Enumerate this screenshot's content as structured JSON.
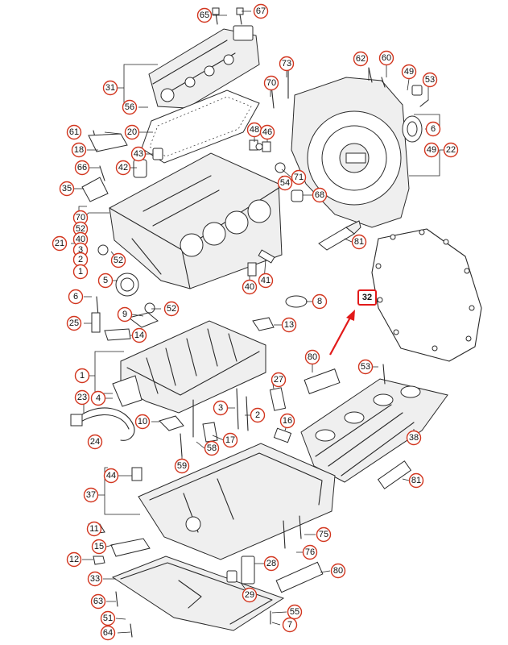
{
  "diagram": {
    "highlight_color": "#e21a1a",
    "callout_color": "#d2361f",
    "callouts": [
      {
        "id": "c65",
        "label": "65"
      },
      {
        "id": "c67",
        "label": "67"
      },
      {
        "id": "c31",
        "label": "31"
      },
      {
        "id": "c56",
        "label": "56"
      },
      {
        "id": "c62",
        "label": "62"
      },
      {
        "id": "c60",
        "label": "60"
      },
      {
        "id": "c49a",
        "label": "49"
      },
      {
        "id": "c53a",
        "label": "53"
      },
      {
        "id": "c73",
        "label": "73"
      },
      {
        "id": "c70a",
        "label": "70"
      },
      {
        "id": "c61",
        "label": "61"
      },
      {
        "id": "c20",
        "label": "20"
      },
      {
        "id": "c48",
        "label": "48"
      },
      {
        "id": "c46",
        "label": "46"
      },
      {
        "id": "c6a",
        "label": "6"
      },
      {
        "id": "c49b",
        "label": "49"
      },
      {
        "id": "c22",
        "label": "22"
      },
      {
        "id": "c18",
        "label": "18"
      },
      {
        "id": "c43",
        "label": "43"
      },
      {
        "id": "c66",
        "label": "66"
      },
      {
        "id": "c42",
        "label": "42"
      },
      {
        "id": "c71",
        "label": "71"
      },
      {
        "id": "c54",
        "label": "54"
      },
      {
        "id": "c68",
        "label": "68"
      },
      {
        "id": "c35",
        "label": "35"
      },
      {
        "id": "c70b",
        "label": "70"
      },
      {
        "id": "c52a",
        "label": "52"
      },
      {
        "id": "c40a",
        "label": "40"
      },
      {
        "id": "c3a",
        "label": "3"
      },
      {
        "id": "c21",
        "label": "21"
      },
      {
        "id": "c2a",
        "label": "2"
      },
      {
        "id": "c1a",
        "label": "1"
      },
      {
        "id": "c81a",
        "label": "81"
      },
      {
        "id": "c52b",
        "label": "52"
      },
      {
        "id": "c5",
        "label": "5"
      },
      {
        "id": "c40b",
        "label": "40"
      },
      {
        "id": "c41",
        "label": "41"
      },
      {
        "id": "c6b",
        "label": "6"
      },
      {
        "id": "c52c",
        "label": "52"
      },
      {
        "id": "c8",
        "label": "8"
      },
      {
        "id": "c9",
        "label": "9"
      },
      {
        "id": "c14",
        "label": "14"
      },
      {
        "id": "c25",
        "label": "25"
      },
      {
        "id": "c13",
        "label": "13"
      },
      {
        "id": "c80a",
        "label": "80"
      },
      {
        "id": "c53b",
        "label": "53"
      },
      {
        "id": "c1b",
        "label": "1"
      },
      {
        "id": "c27",
        "label": "27"
      },
      {
        "id": "c4",
        "label": "4"
      },
      {
        "id": "c23",
        "label": "23"
      },
      {
        "id": "c3b",
        "label": "3"
      },
      {
        "id": "c2b",
        "label": "2"
      },
      {
        "id": "c10",
        "label": "10"
      },
      {
        "id": "c16",
        "label": "16"
      },
      {
        "id": "c24",
        "label": "24"
      },
      {
        "id": "c58",
        "label": "58"
      },
      {
        "id": "c17",
        "label": "17"
      },
      {
        "id": "c38",
        "label": "38"
      },
      {
        "id": "c59",
        "label": "59"
      },
      {
        "id": "c44",
        "label": "44"
      },
      {
        "id": "c81b",
        "label": "81"
      },
      {
        "id": "c37",
        "label": "37"
      },
      {
        "id": "c75",
        "label": "75"
      },
      {
        "id": "c11",
        "label": "11"
      },
      {
        "id": "c15",
        "label": "15"
      },
      {
        "id": "c76",
        "label": "76"
      },
      {
        "id": "c12",
        "label": "12"
      },
      {
        "id": "c28",
        "label": "28"
      },
      {
        "id": "c80b",
        "label": "80"
      },
      {
        "id": "c33",
        "label": "33"
      },
      {
        "id": "c63",
        "label": "63"
      },
      {
        "id": "c29",
        "label": "29"
      },
      {
        "id": "c55",
        "label": "55"
      },
      {
        "id": "c51",
        "label": "51"
      },
      {
        "id": "c7",
        "label": "7"
      },
      {
        "id": "c64",
        "label": "64"
      }
    ],
    "highlighted": {
      "label": "32"
    }
  }
}
